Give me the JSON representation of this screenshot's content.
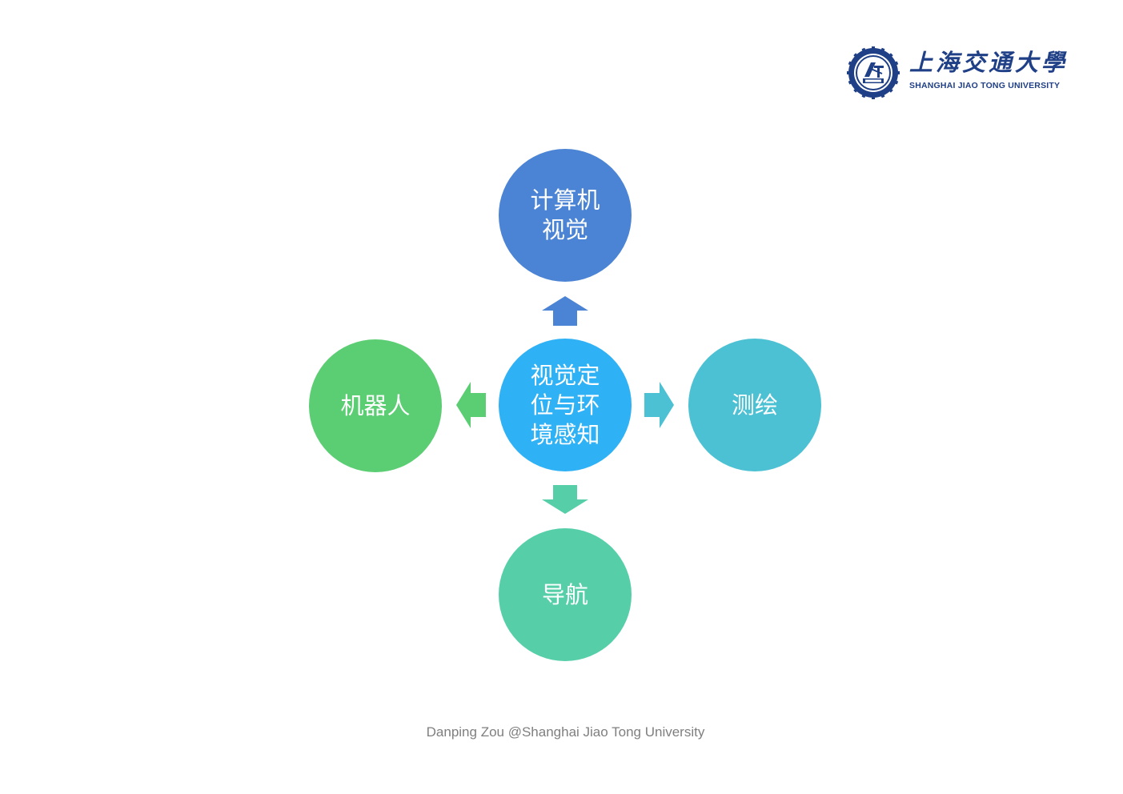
{
  "logo": {
    "name_cn": "上海交通大學",
    "name_en": "SHANGHAI  JIAO TONG  UNIVERSITY",
    "seal_icon": "sjtu-seal-icon",
    "color": "#1f3f86"
  },
  "diagram": {
    "center": {
      "label": "视觉定位与环境感知",
      "color": "#2fb1f5"
    },
    "top": {
      "label": "计算机视觉",
      "color": "#4b84d4"
    },
    "left": {
      "label": "机器人",
      "color": "#5bcd72"
    },
    "right": {
      "label": "测绘",
      "color": "#4bc1d3"
    },
    "bottom": {
      "label": "导航",
      "color": "#56cfa9"
    },
    "arrows": [
      {
        "direction": "up",
        "icon": "arrow-up-icon",
        "color": "#4b84d4"
      },
      {
        "direction": "left",
        "icon": "arrow-left-icon",
        "color": "#5bcd72"
      },
      {
        "direction": "right",
        "icon": "arrow-right-icon",
        "color": "#4bc1d3"
      },
      {
        "direction": "down",
        "icon": "arrow-down-icon",
        "color": "#56cfa9"
      }
    ]
  },
  "footer": {
    "text": "Danping Zou @Shanghai Jiao Tong University"
  }
}
